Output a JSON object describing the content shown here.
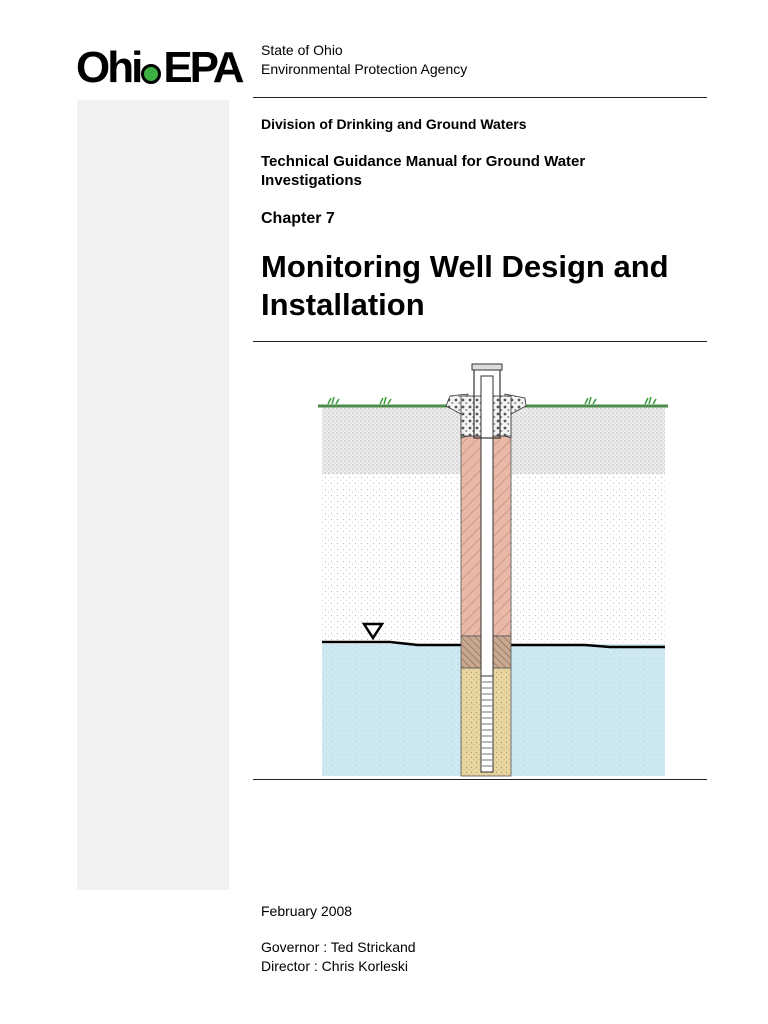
{
  "logo": {
    "part1": "Ohi",
    "part2": "EPA"
  },
  "agency": {
    "state": "State of Ohio",
    "name": "Environmental Protection Agency"
  },
  "division": "Division  of Drinking and Ground Waters",
  "manual_title": "Technical Guidance Manual for Ground Water Investigations",
  "chapter": "Chapter 7",
  "document_title": "Monitoring Well Design and Installation",
  "date": "February 2008",
  "officials": {
    "governor": "Governor :  Ted Strickand",
    "director": "Director :  Chris Korleski"
  },
  "colors": {
    "sidebar": "#f2f2f2",
    "logo_accent": "#3cb043",
    "ground_water": "#cfe9f3",
    "casing_grout": "#e8b9a8",
    "filter_sand": "#e9d7a3"
  }
}
